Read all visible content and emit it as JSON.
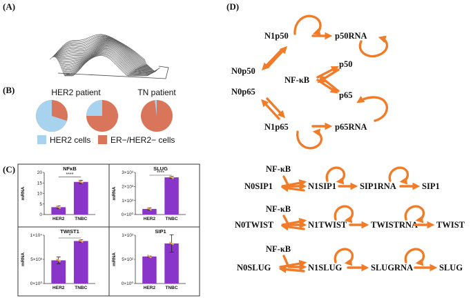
{
  "panels": {
    "a": "(A)",
    "b": "(B)",
    "c": "(C)",
    "d": "(D)"
  },
  "panel_b": {
    "title_her2": "HER2 patient",
    "title_tn": "TN patient",
    "legend_her2": "HER2 cells",
    "legend_er": "ER−/HER2− cells",
    "colors": {
      "her2": "#A8D3EE",
      "er": "#D9755B"
    },
    "pies_her2_fraction": [
      0.7,
      0.25,
      0.02
    ]
  },
  "network": {
    "nodes": {
      "n1p50": "N1p50",
      "p50rna": "p50RNA",
      "n0p50": "N0p50",
      "p50": "p50",
      "nfkb": "NF-κB",
      "n0p65": "N0p65",
      "p65": "p65",
      "n1p65": "N1p65",
      "p65rna": "p65RNA",
      "nfkb_sip1": "NF-κB",
      "n0sip1": "N0SIP1",
      "n1sip1": "N1SIP1",
      "sip1rna": "SIP1RNA",
      "sip1": "SIP1",
      "nfkb_twist": "NF-κB",
      "n0twist": "N0TWIST",
      "n1twist": "N1TWIST",
      "twistrna": "TWISTRNA",
      "twist": "TWIST",
      "nfkb_slug": "NF-κB",
      "n0slug": "N0SLUG",
      "n1slug": "N1SLUG",
      "slugrna": "SLUGRNA",
      "slug": "SLUG"
    },
    "arrow_color": "#F07C2A"
  },
  "chart_data": [
    {
      "type": "bar",
      "title": "NFκB",
      "ylabel": "mRNA",
      "categories": [
        "HER2",
        "TNBC"
      ],
      "values": [
        3.5,
        15.5
      ],
      "errors": [
        0.6,
        0.8
      ],
      "ylim": [
        0,
        20
      ],
      "yticks": [
        "0",
        "5",
        "10",
        "15",
        "20"
      ],
      "significance": "****",
      "bar_color": "#8A35C9"
    },
    {
      "type": "bar",
      "title": "SLUG",
      "ylabel": "mRNA",
      "categories": [
        "HER2",
        "TNBC"
      ],
      "values": [
        400,
        2650
      ],
      "errors": [
        80,
        70
      ],
      "ylim": [
        0,
        3000
      ],
      "yticks": [
        "0×10⁰",
        "1×10³",
        "2×10³",
        "3×10³"
      ],
      "significance": "****",
      "bar_color": "#8A35C9"
    },
    {
      "type": "bar",
      "title": "TWIST1",
      "ylabel": "mRNA",
      "categories": [
        "HER2",
        "TNBC"
      ],
      "values": [
        4800,
        8800
      ],
      "errors": [
        700,
        250
      ],
      "ylim": [
        0,
        10000
      ],
      "yticks": [
        "0×10⁰",
        "5×10³",
        "1×10⁴"
      ],
      "significance": "*",
      "bar_color": "#8A35C9"
    },
    {
      "type": "bar",
      "title": "SIP1",
      "ylabel": "mRNA",
      "categories": [
        "HER2",
        "TNBC"
      ],
      "values": [
        560,
        830
      ],
      "errors": [
        10,
        180
      ],
      "ylim": [
        0,
        1000
      ],
      "yticks": [
        "0×10⁰",
        "5×10²",
        "1×10³"
      ],
      "significance": "",
      "bar_color": "#8A35C9"
    }
  ]
}
